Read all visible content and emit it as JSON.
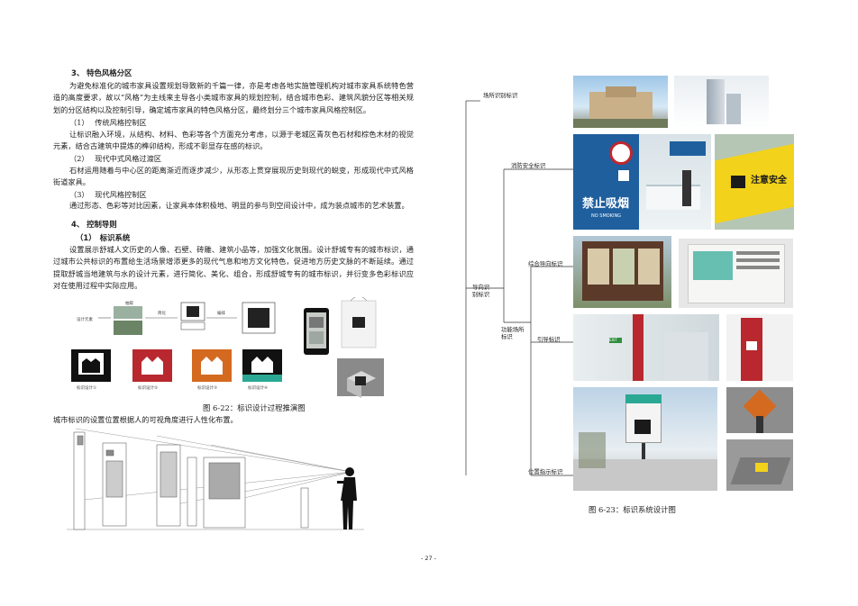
{
  "left": {
    "sec3_heading": "3、 特色风格分区",
    "sec3_para": "为避免标准化的城市家具设置规划导致新的千篇一律，亦是考虑各地实施管理机构对城市家具系统特色营造的高度要求，故以“风格”为主线来主导各小类城市家具的规划控制，结合城市色彩、建筑风貌分区等相关规划的分区结构以及控制引导，确定城市家具的特色风格分区，最终划分三个城市家具风格控制区。",
    "zone1_title": "（1）　 传统风格控制区",
    "zone1_text": "让标识融入环境，从结构、材料、色彩等各个方面充分考虑，以源于老城区青灰色石材和棕色木材的视觉元素，结合古建筑中提炼的榫卯结构，形成不彰显存在感的标识。",
    "zone2_title": "（2）　 现代中式风格过渡区",
    "zone2_text": "石材运用随着与中心区的距离渐近而逐步减少，从形态上贯穿展现历史到现代的蜕变，形成现代中式风格街道家具。",
    "zone3_title": "（3）　 现代风格控制区",
    "zone3_text": "通过形态、色彩等对比因素，让家具本体积极地、明显的参与到空间设计中，成为装点城市的艺术装置。",
    "sec4_heading": "4、 控制导则",
    "sub1_heading": "（1）　标识系统",
    "sub1_text": "设置展示舒城人文历史的人像、石壁、砖雕、建筑小品等，加强文化氛围。设计舒城专有的城市标识，通过城市公共标识的布置给生活场景增添更多的现代气息和地方文化特色，促进地方历史文脉的不断延续。通过提取舒城当地建筑与水的设计元素，进行简化、美化、组合，形成舒城专有的城市标识，并衍变多色彩标识应对在使用过程中实际应用。",
    "fig22_caption": "图 6-22：标识设计过程推演图",
    "viewing_note": "城市标识的设置位置根据人的可视角度进行人性化布置。",
    "process_labels": [
      "设计元素",
      "抽取",
      "简化",
      "编排",
      "标识设计①",
      "标识设计②",
      "标识设计③",
      "标识设计④"
    ]
  },
  "right": {
    "root_label": "导向识别标识",
    "func_label": "功能场所标识",
    "branches": [
      "场所识别标识",
      "消防安全标识",
      "综合导向标识",
      "引导标识",
      "位置指示标识"
    ],
    "no_smoking_cn": "禁止吸烟",
    "no_smoking_en": "NO SMOKING",
    "caution_cn": "注意安全",
    "exit_text": "EXIT",
    "fig23_caption": "图 6-23：标识系统设计图"
  },
  "page_number": "- 27 -",
  "colors": {
    "sign_blue": "#1f5f9e",
    "sign_red": "#b8282e",
    "sign_orange": "#d46a1f",
    "sign_teal": "#2aa894",
    "sign_yellow": "#f2d21a",
    "sign_green": "#2f8f3c"
  }
}
